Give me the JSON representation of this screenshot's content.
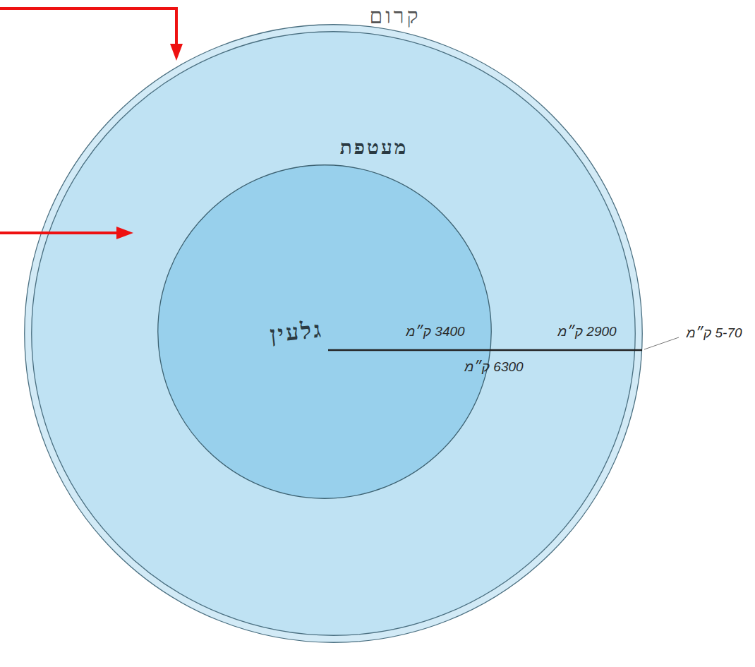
{
  "diagram": {
    "nodes": [
      {
        "text": [
          "קרום"
        ]
      },
      {
        "text": [
          "מעטפת"
        ],
        "in": 0
      },
      {
        "text": [
          "גלעין"
        ],
        "in": 1
      }
    ],
    "labels": [
      "3400 ק״מ",
      "2900 ק״מ",
      "6300 ק״מ",
      "5-70 ק״מ"
    ]
  }
}
